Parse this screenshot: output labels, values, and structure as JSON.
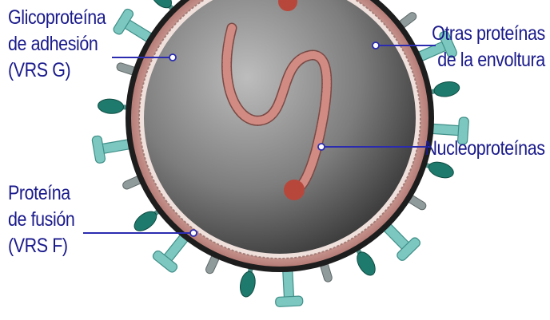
{
  "labels": {
    "g_protein": [
      "Glicoproteína",
      "de adhesión",
      "(VRS G)"
    ],
    "f_protein": [
      "Proteína",
      "de fusión",
      "(VRS F)"
    ],
    "envelope_proteins": [
      "Otras proteínas",
      "de la envoltura"
    ],
    "nucleoproteins": [
      "Nucleoproteínas"
    ]
  },
  "colors": {
    "label_text": "#1a1a8c",
    "leader_line": "#2b2bb0",
    "spike_teal": "#7cc7c0",
    "knob_dark_teal": "#1e7a6c",
    "spike_gray": "#8f9a9b",
    "envelope_pink": "#e3b3ad",
    "core_gray": "#8a8a8a",
    "nucleocapsid": "#c47a72"
  }
}
